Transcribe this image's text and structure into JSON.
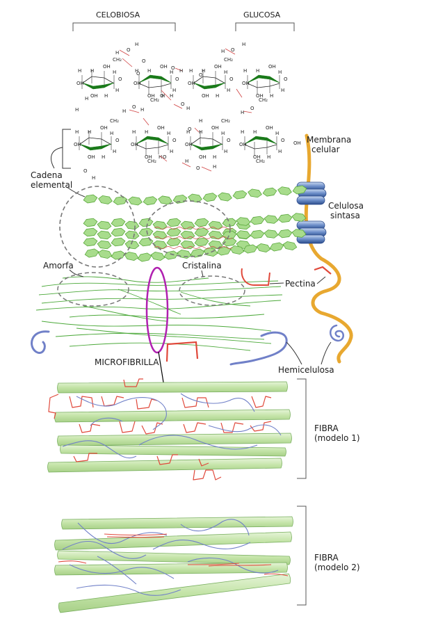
{
  "labels": {
    "celobiosa": "CELOBIOSA",
    "glucosa": "GLUCOSA",
    "cadena_line1": "Cadena",
    "cadena_line2": "elemental",
    "membrana_line1": "Membrana",
    "membrana_line2": "celular",
    "celulosa_line1": "Celulosa",
    "celulosa_line2": "sintasa",
    "amorfa": "Amorfa",
    "cristalina": "Cristalina",
    "pectina": "Pectina",
    "microfibrilla": "MICROFIBRILLA",
    "hemicelulosa": "Hemicelulosa",
    "fibra1_line1": "FIBRA",
    "fibra1_line2": "(modelo 1)",
    "fibra2_line1": "FIBRA",
    "fibra2_line2": "(modelo 2)"
  },
  "molecule": {
    "atoms": [
      "H",
      "O",
      "CH₂",
      "OH"
    ]
  },
  "colors": {
    "cellulose_fill": "#a8dc8c",
    "cellulose_stroke": "#5aa83c",
    "fiber_fill": "#cde8b4",
    "fiber_stroke": "#7ab060",
    "ring_bond": "#1a7a1a",
    "pectin": "#e0483a",
    "hemicellulose": "#7080c8",
    "membrane": "#e8a830",
    "synthase": "#5a7ab8",
    "microfibril_outline": "#b020b0",
    "circle_dash": "#777777"
  }
}
